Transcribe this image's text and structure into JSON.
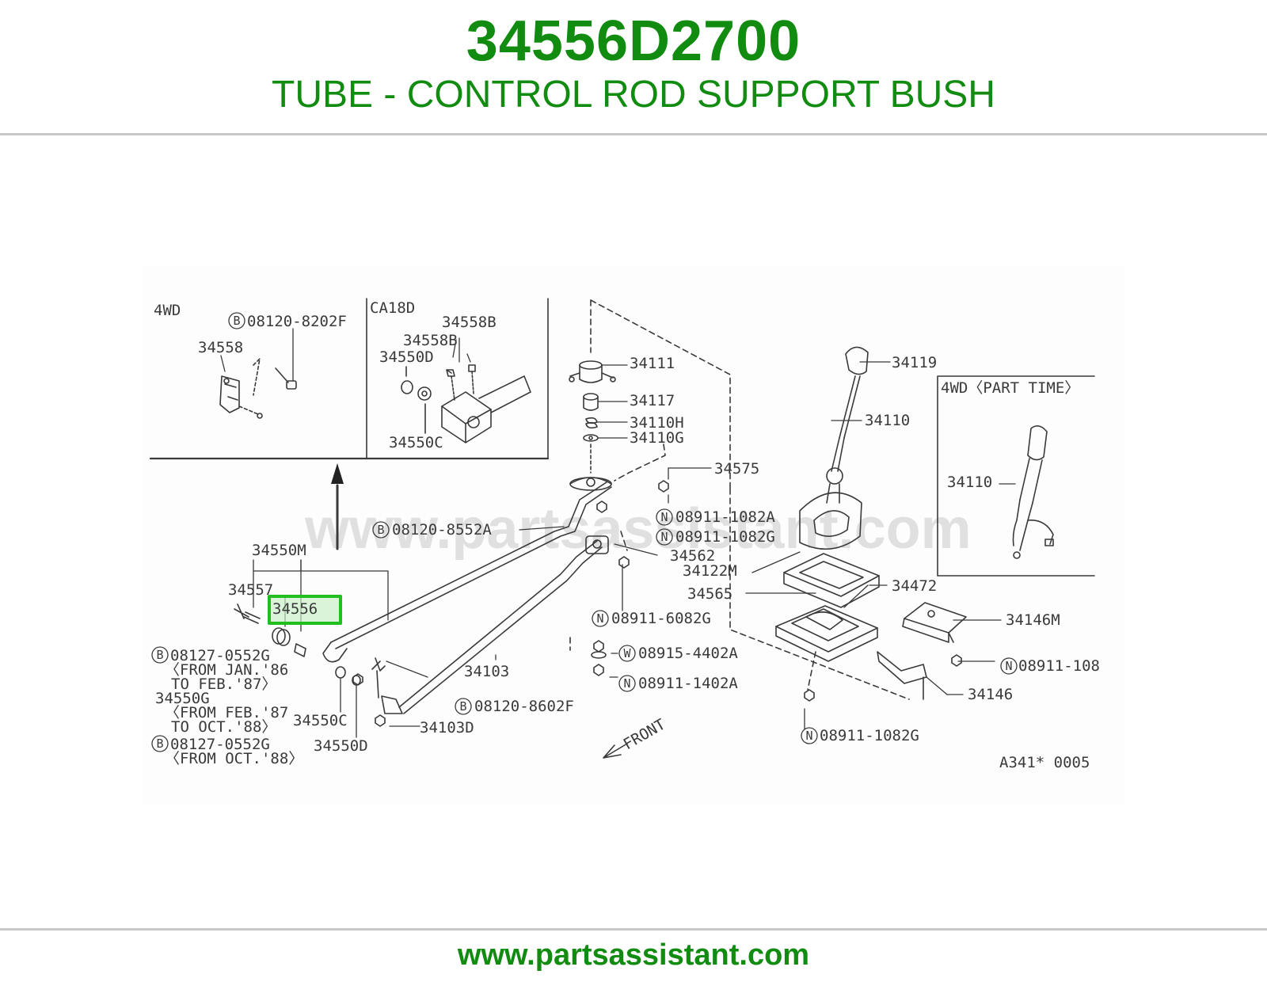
{
  "header": {
    "part_number": "34556D2700",
    "part_name": "TUBE - CONTROL ROD SUPPORT BUSH"
  },
  "diagram": {
    "watermark": "www.partsassistant.com",
    "highlight_color": "#4cd24c",
    "insets": {
      "left_4wd": "4WD",
      "ca18d": "CA18D",
      "right_4wd": "4WD〈PART TIME〉"
    },
    "labels": {
      "l_08120_8202F": "08120-8202F",
      "l_34558": "34558",
      "l_34558B_a": "34558B",
      "l_34558B_b": "34558B",
      "l_34550D_top": "34550D",
      "l_34550C_top": "34550C",
      "l_34111": "34111",
      "l_34117": "34117",
      "l_34110H": "34110H",
      "l_34110G": "34110G",
      "l_34575": "34575",
      "l_08911_1082A": "08911-1082A",
      "l_08911_1082G_a": "08911-1082G",
      "l_08120_8552A": "08120-8552A",
      "l_34562": "34562",
      "l_34119": "34119",
      "l_34110": "34110",
      "l_34110_inset": "34110",
      "l_34122M": "34122M",
      "l_34565": "34565",
      "l_34472": "34472",
      "l_34146M": "34146M",
      "l_08911_108": "08911-108",
      "l_34146": "34146",
      "l_08911_1082G_b": "08911-1082G",
      "l_34550M": "34550M",
      "l_34557": "34557",
      "l_34556": "34556",
      "l_08127_0552G_a": "08127-0552G",
      "l_from_jan86": "〈FROM JAN.'86",
      "l_to_feb87": "TO FEB.'87〉",
      "l_34550G": "34550G",
      "l_from_feb87": "〈FROM FEB.'87",
      "l_to_oct88": "TO OCT.'88〉",
      "l_08127_0552G_b": "08127-0552G",
      "l_from_oct88": "〈FROM OCT.'88〉",
      "l_34550C": "34550C",
      "l_34550D": "34550D",
      "l_34103": "34103",
      "l_08120_8602F": "08120-8602F",
      "l_34103D": "34103D",
      "l_08911_6082G": "08911-6082G",
      "l_08915_4402A": "08915-4402A",
      "l_08911_1402A": "08911-1402A",
      "l_front": "FRONT",
      "l_ref": "A341* 0005"
    },
    "symbols": {
      "bolt": "B",
      "nut": "N",
      "washer": "W"
    }
  },
  "footer": {
    "website": "www.partsassistant.com"
  }
}
